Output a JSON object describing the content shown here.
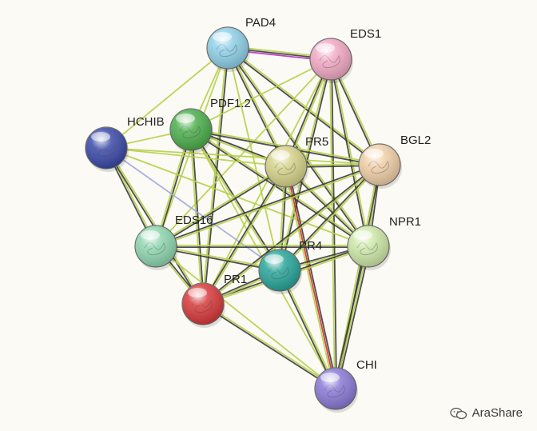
{
  "network": {
    "nodes": [
      {
        "id": "PAD4",
        "label": "PAD4",
        "color": "#8fd0e8"
      },
      {
        "id": "EDS1",
        "label": "EDS1",
        "color": "#f2a9c4"
      },
      {
        "id": "PDF1.2",
        "label": "PDF1.2",
        "color": "#4caf4c"
      },
      {
        "id": "HCHIB",
        "label": "HCHIB",
        "color": "#3b4aa8"
      },
      {
        "id": "PR5",
        "label": "PR5",
        "color": "#d6d38a"
      },
      {
        "id": "BGL2",
        "label": "BGL2",
        "color": "#f0cfa8"
      },
      {
        "id": "EDS16",
        "label": "EDS16",
        "color": "#8fd6b0"
      },
      {
        "id": "NPR1",
        "label": "NPR1",
        "color": "#cde8a8"
      },
      {
        "id": "PR4",
        "label": "PR4",
        "color": "#2aa69a"
      },
      {
        "id": "PR1",
        "label": "PR1",
        "color": "#d83a3a"
      },
      {
        "id": "CHI",
        "label": "CHI",
        "color": "#8a7ad6"
      }
    ],
    "edges": [
      {
        "source": "PAD4",
        "target": "EDS1",
        "colors": [
          "#b5cf4a",
          "#3b3b3b",
          "#b52fc2"
        ]
      },
      {
        "source": "PAD4",
        "target": "PDF1.2",
        "colors": [
          "#b5cf4a"
        ]
      },
      {
        "source": "PAD4",
        "target": "HCHIB",
        "colors": [
          "#b5cf4a"
        ]
      },
      {
        "source": "PAD4",
        "target": "PR5",
        "colors": [
          "#b5cf4a",
          "#3b3b3b"
        ]
      },
      {
        "source": "PAD4",
        "target": "BGL2",
        "colors": [
          "#b5cf4a",
          "#3b3b3b"
        ]
      },
      {
        "source": "PAD4",
        "target": "NPR1",
        "colors": [
          "#b5cf4a",
          "#3b3b3b"
        ]
      },
      {
        "source": "PAD4",
        "target": "PR4",
        "colors": [
          "#b5cf4a"
        ]
      },
      {
        "source": "PAD4",
        "target": "PR1",
        "colors": [
          "#3b3b3b",
          "#b5cf4a"
        ]
      },
      {
        "source": "PAD4",
        "target": "EDS16",
        "colors": [
          "#b5cf4a"
        ]
      },
      {
        "source": "EDS1",
        "target": "PR5",
        "colors": [
          "#b5cf4a",
          "#3b3b3b"
        ]
      },
      {
        "source": "EDS1",
        "target": "BGL2",
        "colors": [
          "#b5cf4a",
          "#3b3b3b"
        ]
      },
      {
        "source": "EDS1",
        "target": "NPR1",
        "colors": [
          "#b5cf4a",
          "#3b3b3b"
        ]
      },
      {
        "source": "EDS1",
        "target": "PR4",
        "colors": [
          "#3b3b3b",
          "#b5cf4a"
        ]
      },
      {
        "source": "EDS1",
        "target": "PR1",
        "colors": [
          "#b5cf4a"
        ]
      },
      {
        "source": "EDS1",
        "target": "CHI",
        "colors": [
          "#3b3b3b",
          "#b5cf4a"
        ]
      },
      {
        "source": "EDS1",
        "target": "PDF1.2",
        "colors": [
          "#b5cf4a"
        ]
      },
      {
        "source": "EDS1",
        "target": "EDS16",
        "colors": [
          "#b5cf4a"
        ]
      },
      {
        "source": "PDF1.2",
        "target": "HCHIB",
        "colors": [
          "#b5cf4a"
        ]
      },
      {
        "source": "PDF1.2",
        "target": "PR5",
        "colors": [
          "#3b3b3b",
          "#b5cf4a"
        ]
      },
      {
        "source": "PDF1.2",
        "target": "BGL2",
        "colors": [
          "#b5cf4a",
          "#3b3b3b"
        ]
      },
      {
        "source": "PDF1.2",
        "target": "EDS16",
        "colors": [
          "#3b3b3b",
          "#b5cf4a"
        ]
      },
      {
        "source": "PDF1.2",
        "target": "NPR1",
        "colors": [
          "#b5cf4a",
          "#3b3b3b"
        ]
      },
      {
        "source": "PDF1.2",
        "target": "PR4",
        "colors": [
          "#3b3b3b",
          "#b5cf4a"
        ]
      },
      {
        "source": "PDF1.2",
        "target": "PR1",
        "colors": [
          "#3b3b3b",
          "#b5cf4a"
        ]
      },
      {
        "source": "PDF1.2",
        "target": "CHI",
        "colors": [
          "#b5cf4a"
        ]
      },
      {
        "source": "HCHIB",
        "target": "PR5",
        "colors": [
          "#b5cf4a"
        ]
      },
      {
        "source": "HCHIB",
        "target": "BGL2",
        "colors": [
          "#b5cf4a"
        ]
      },
      {
        "source": "HCHIB",
        "target": "EDS16",
        "colors": [
          "#b5cf4a",
          "#3b3b3b"
        ]
      },
      {
        "source": "HCHIB",
        "target": "PR4",
        "colors": [
          "#9fa8e0"
        ]
      },
      {
        "source": "HCHIB",
        "target": "PR1",
        "colors": [
          "#b5cf4a",
          "#3b3b3b"
        ]
      },
      {
        "source": "HCHIB",
        "target": "NPR1",
        "colors": [
          "#b5cf4a"
        ]
      },
      {
        "source": "PR5",
        "target": "BGL2",
        "colors": [
          "#b5cf4a",
          "#3b3b3b"
        ]
      },
      {
        "source": "PR5",
        "target": "EDS16",
        "colors": [
          "#3b3b3b",
          "#b5cf4a"
        ]
      },
      {
        "source": "PR5",
        "target": "NPR1",
        "colors": [
          "#b5cf4a",
          "#3b3b3b"
        ]
      },
      {
        "source": "PR5",
        "target": "PR4",
        "colors": [
          "#3b3b3b",
          "#b5cf4a"
        ]
      },
      {
        "source": "PR5",
        "target": "PR1",
        "colors": [
          "#b5cf4a",
          "#3b3b3b"
        ]
      },
      {
        "source": "PR5",
        "target": "CHI",
        "colors": [
          "#3b3b3b",
          "#d42c2c",
          "#b5cf4a"
        ]
      },
      {
        "source": "BGL2",
        "target": "EDS16",
        "colors": [
          "#b5cf4a",
          "#3b3b3b"
        ]
      },
      {
        "source": "BGL2",
        "target": "NPR1",
        "colors": [
          "#3b3b3b",
          "#b5cf4a"
        ]
      },
      {
        "source": "BGL2",
        "target": "PR4",
        "colors": [
          "#b5cf4a",
          "#3b3b3b"
        ]
      },
      {
        "source": "BGL2",
        "target": "PR1",
        "colors": [
          "#b5cf4a",
          "#3b3b3b"
        ]
      },
      {
        "source": "BGL2",
        "target": "CHI",
        "colors": [
          "#3b3b3b",
          "#b5cf4a"
        ]
      },
      {
        "source": "EDS16",
        "target": "NPR1",
        "colors": [
          "#b5cf4a",
          "#3b3b3b"
        ]
      },
      {
        "source": "EDS16",
        "target": "PR4",
        "colors": [
          "#b5cf4a",
          "#3b3b3b"
        ]
      },
      {
        "source": "EDS16",
        "target": "PR1",
        "colors": [
          "#3b3b3b",
          "#b5cf4a"
        ]
      },
      {
        "source": "EDS16",
        "target": "CHI",
        "colors": [
          "#b5cf4a"
        ]
      },
      {
        "source": "NPR1",
        "target": "PR4",
        "colors": [
          "#b5cf4a",
          "#3b3b3b"
        ]
      },
      {
        "source": "NPR1",
        "target": "PR1",
        "colors": [
          "#b5cf4a",
          "#3b3b3b"
        ]
      },
      {
        "source": "NPR1",
        "target": "CHI",
        "colors": [
          "#3b3b3b",
          "#b5cf4a",
          "#3b3b3b"
        ]
      },
      {
        "source": "PR4",
        "target": "PR1",
        "colors": [
          "#b5cf4a",
          "#3b3b3b"
        ]
      },
      {
        "source": "PR4",
        "target": "CHI",
        "colors": [
          "#b5cf4a",
          "#3b3b3b"
        ]
      },
      {
        "source": "PR1",
        "target": "CHI",
        "colors": [
          "#b5cf4a",
          "#3b3b3b"
        ]
      }
    ]
  },
  "watermark": {
    "text": "AraShare",
    "icon": "wechat-icon"
  }
}
